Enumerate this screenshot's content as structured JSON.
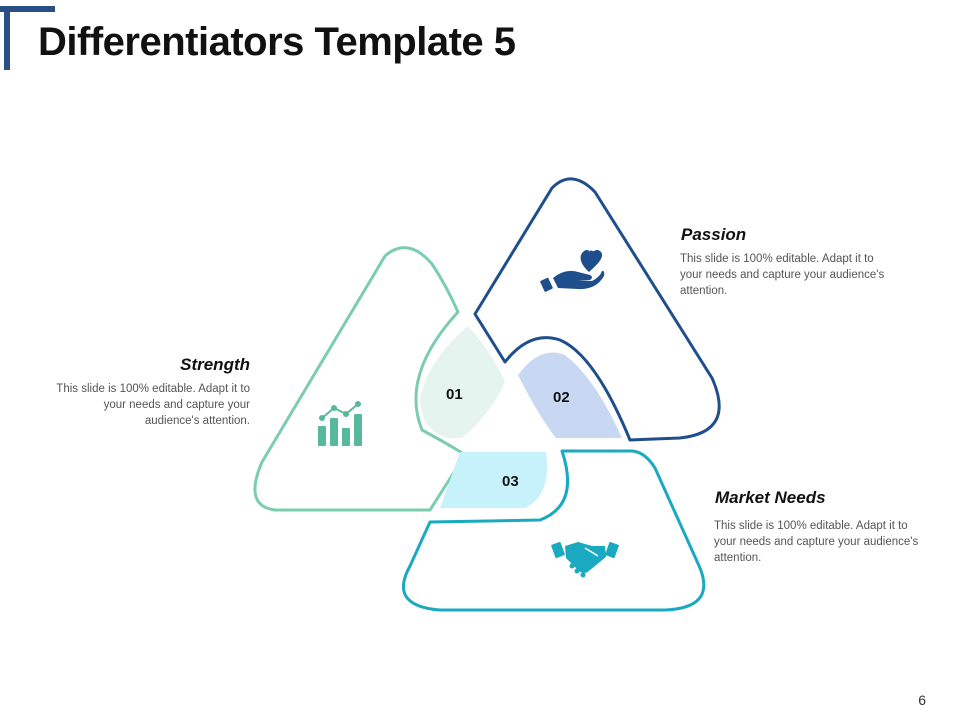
{
  "slide": {
    "title": "Differentiators Template 5",
    "page_number": "6"
  },
  "blocks": {
    "strength": {
      "heading": "Strength",
      "description": "This slide is 100% editable. Adapt it to your needs and capture your audience's attention.",
      "number": "01",
      "icon": "growth-chart-icon"
    },
    "passion": {
      "heading": "Passion",
      "description": "This slide is 100% editable. Adapt it to your needs and capture your audience's attention.",
      "number": "02",
      "icon": "heart-in-hand-icon"
    },
    "market_needs": {
      "heading": "Market Needs",
      "description": "This slide is 100% editable. Adapt it to your needs and capture your audience's attention.",
      "number": "03",
      "icon": "handshake-icon"
    }
  },
  "colors": {
    "strength": "#7ccdae",
    "strength_fill": "#e6f4ef",
    "passion": "#1f4e8c",
    "passion_fill": "#c9d8f2",
    "market_needs": "#1aa9c0",
    "market_needs_fill": "#c7f1fb",
    "accent": "#2a4f85"
  }
}
